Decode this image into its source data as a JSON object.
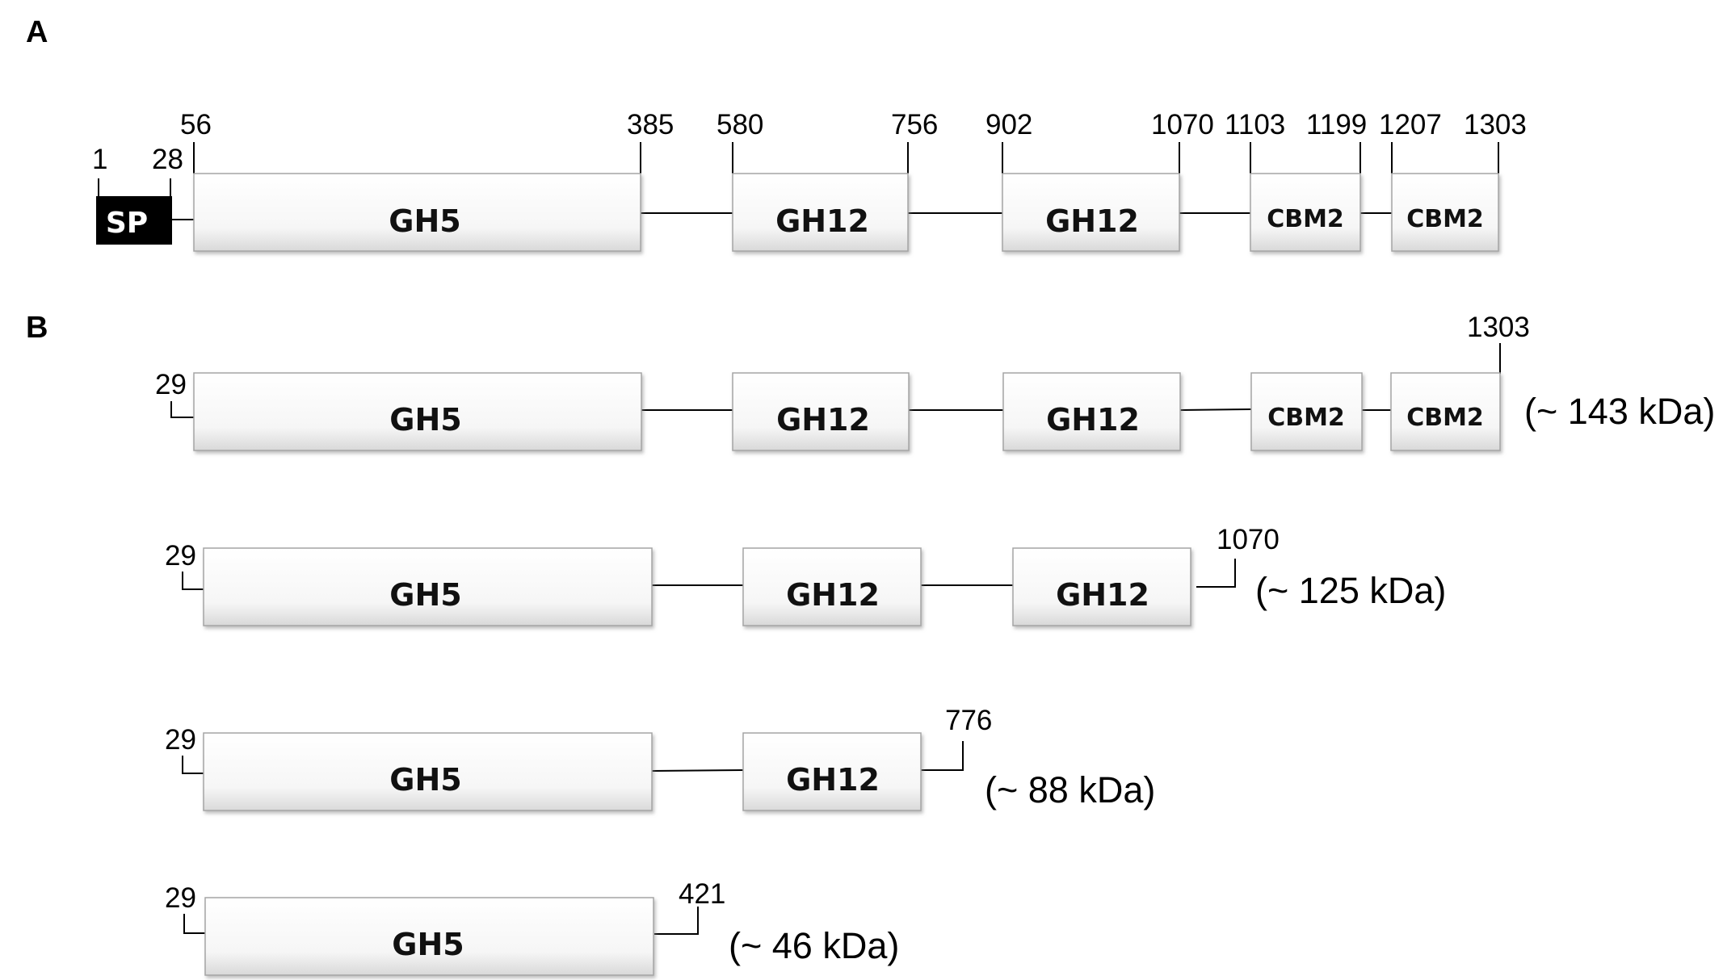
{
  "panels": [
    {
      "letter": "A",
      "signal": {
        "label": "SP",
        "start": "1",
        "end": "28"
      },
      "domains": [
        {
          "label": "GH5",
          "start": "56",
          "end": "385"
        },
        {
          "label": "GH12",
          "start": "580",
          "end": "756"
        },
        {
          "label": "GH12",
          "start": "902",
          "end": "1070"
        },
        {
          "label": "CBM2",
          "start": "1103",
          "end": "1199"
        },
        {
          "label": "CBM2",
          "start": "1207",
          "end": "1303"
        }
      ]
    },
    {
      "letter": "B",
      "constructs": [
        {
          "start": "29",
          "end": "1303",
          "mass": "(~ 143 kDa)",
          "domains": [
            "GH5",
            "GH12",
            "GH12",
            "CBM2",
            "CBM2"
          ]
        },
        {
          "start": "29",
          "end": "1070",
          "mass": "(~ 125 kDa)",
          "domains": [
            "GH5",
            "GH12",
            "GH12"
          ]
        },
        {
          "start": "29",
          "end": "776",
          "mass": "(~ 88 kDa)",
          "domains": [
            "GH5",
            "GH12"
          ]
        },
        {
          "start": "29",
          "end": "421",
          "mass": "(~ 46 kDa)",
          "domains": [
            "GH5"
          ]
        }
      ]
    }
  ],
  "colors": {
    "box_fill": "#f7f7f7",
    "box_edge": "#9a9a9a",
    "signal_fill": "#000000",
    "line": "#000000"
  }
}
